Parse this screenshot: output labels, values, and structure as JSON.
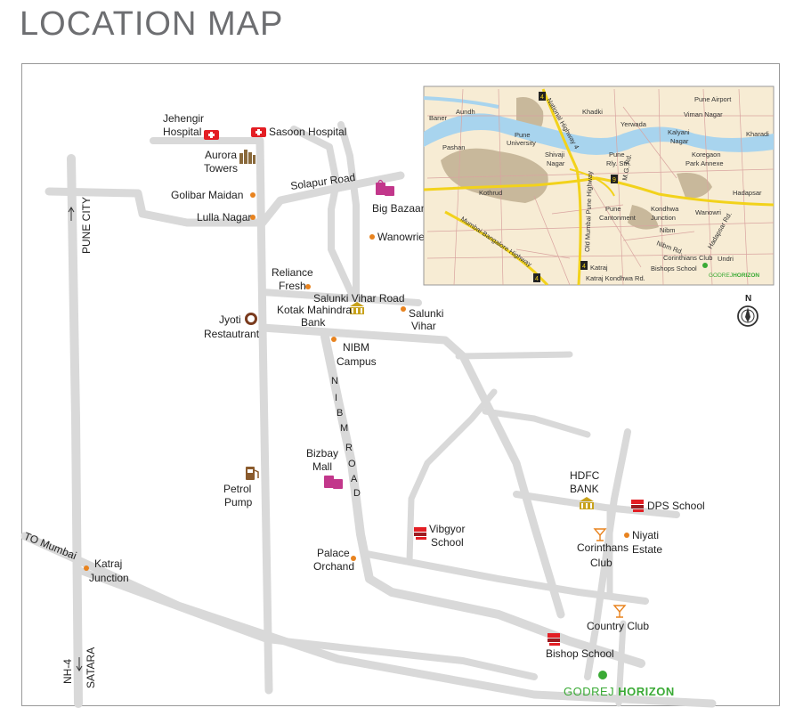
{
  "title": "LOCATION MAP",
  "colors": {
    "road": "#d9d9d9",
    "marker": "#e8831f",
    "accent_green": "#3aaa35",
    "hospital_red": "#e31e24",
    "mall_pink": "#c2378b",
    "highway_yellow": "#f2d21b"
  },
  "roads": {
    "solapur": "Solapur Road",
    "salunki_vihar_road": "Salunki Vihar Road",
    "nibm_road": [
      "N",
      "I",
      "B",
      "M",
      "R",
      "O",
      "A",
      "D"
    ],
    "pune_city": "PUNE CITY",
    "to_mumbai": "TO Mumbai",
    "nh4": "NH-4",
    "satara": "SATARA"
  },
  "places": {
    "jehengir_1": "Jehengir",
    "jehengir_2": "Hospital",
    "sassoon": "Sasoon Hospital",
    "aurora_1": "Aurora",
    "aurora_2": "Towers",
    "golibar": "Golibar Maidan",
    "lulla": "Lulla Nagar",
    "big_bazaar": "Big Bazaar",
    "wanowrie": "Wanowrie",
    "reliance_1": "Reliance",
    "reliance_2": "Fresh",
    "kotak_1": "Kotak Mahindra",
    "kotak_2": "Bank",
    "salunki_1": "Salunki",
    "salunki_2": "Vihar",
    "jyoti_1": "Jyoti",
    "jyoti_2": "Restautrant",
    "nibm_1": "NIBM",
    "nibm_2": "Campus",
    "bizbay_1": "Bizbay",
    "bizbay_2": "Mall",
    "petrol_1": "Petrol",
    "petrol_2": "Pump",
    "hdfc_1": "HDFC",
    "hdfc_2": "BANK",
    "dps": "DPS School",
    "vibgyor_1": "Vibgyor",
    "vibgyor_2": "School",
    "corinthans_1": "Corinthans",
    "corinthans_2": "Club",
    "niyati_1": "Niyati",
    "niyati_2": "Estate",
    "palace_1": "Palace",
    "palace_2": "Orchand",
    "katraj_1": "Katraj",
    "katraj_2": "Junction",
    "country_club": "Country Club",
    "bishop": "Bishop School",
    "godrej_a": "GODREJ ",
    "godrej_b": "HORIZON"
  },
  "compass": "N",
  "inset": {
    "aundh": "Aundh",
    "khadki": "Khadki",
    "baner": "Baner",
    "pune_airport": "Pune Airport",
    "viman_nagar": "Viman Nagar",
    "yerwada": "Yerwada",
    "kharadi": "Kharadi",
    "kalyani_1": "Kalyani",
    "kalyani_2": "Nagar",
    "pune_univ_1": "Pune",
    "pune_univ_2": "University",
    "pashan": "Pashan",
    "shivaji_1": "Shivaji",
    "shivaji_2": "Nagar",
    "pune_stn_1": "Pune",
    "pune_stn_2": "Rly. Stn.",
    "koregaon_1": "Koregaon",
    "koregaon_2": "Park Annexe",
    "kothrud": "Kothrud",
    "hadapsar": "Hadapsar",
    "wanowri": "Wanowri",
    "pune_cant_1": "Pune",
    "pune_cant_2": "Cantonment",
    "kondhwa_1": "Kondhwa",
    "kondhwa_2": "Junction",
    "nibm": "Nibm",
    "nibm_rd": "Nibm Rd.",
    "corinthians": "Corinthians Club",
    "undri": "Undri",
    "bishops": "Bishops School",
    "katraj": "Katraj",
    "katraj_kondhwa": "Katraj Kondhwa Rd.",
    "mg_rd": "M.G. Rd.",
    "old_highway": "Old Mumbai Pune Highway",
    "national_hw": "National Highway 4",
    "mumbai_bangalore": "Mumbai-Bangalore Highway",
    "hadapsar_rd": "Hadapsar Rd.",
    "nh_4": "4",
    "nh_9": "9",
    "godrej_a": "GODREJ",
    "godrej_b": "HORIZON"
  }
}
